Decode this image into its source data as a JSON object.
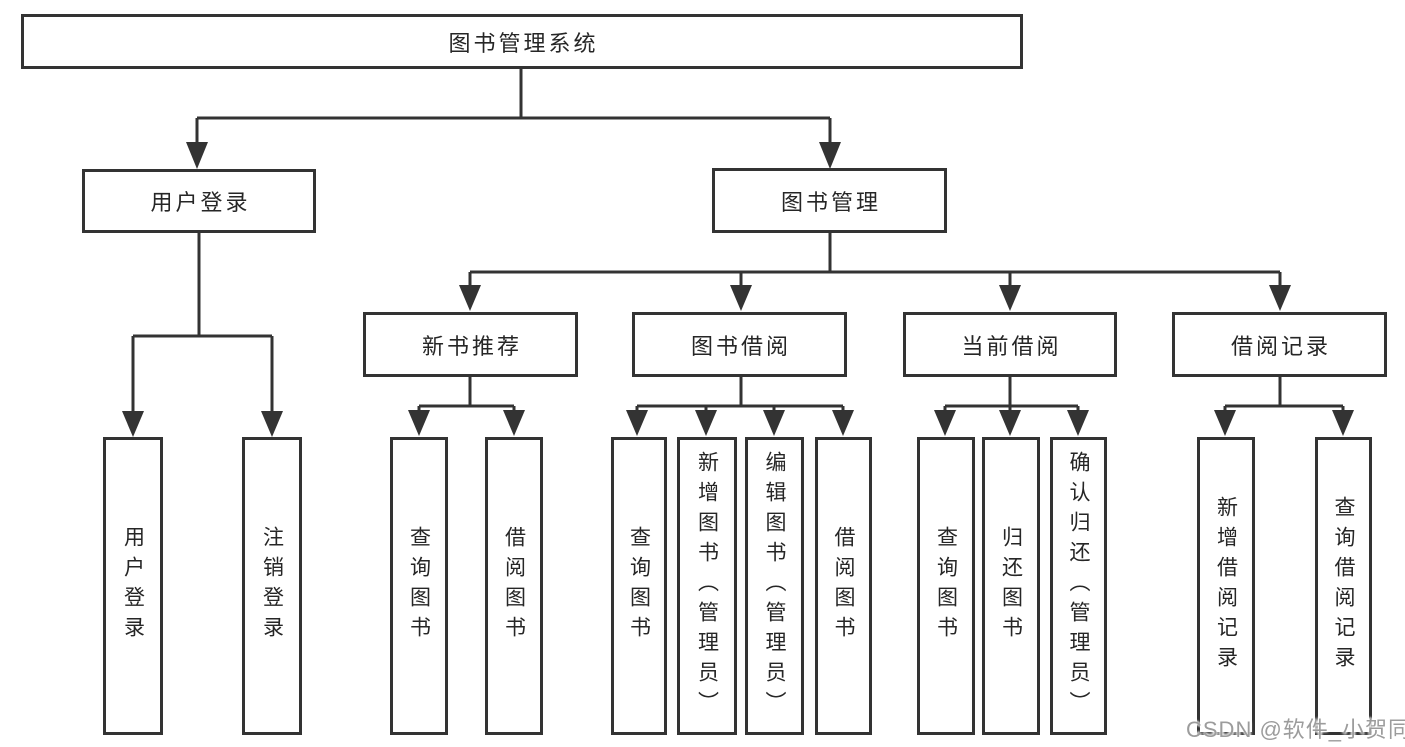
{
  "diagram": {
    "root": "图书管理系统",
    "branches": [
      {
        "label": "用户登录",
        "children": [
          "用户登录",
          "注销登录"
        ]
      },
      {
        "label": "图书管理",
        "groups": [
          {
            "label": "新书推荐",
            "children": [
              "查询图书",
              "借阅图书"
            ]
          },
          {
            "label": "图书借阅",
            "children": [
              "查询图书",
              "新增图书（管理员）",
              "编辑图书（管理员）",
              "借阅图书"
            ]
          },
          {
            "label": "当前借阅",
            "children": [
              "查询图书",
              "归还图书",
              "确认归还（管理员）"
            ]
          },
          {
            "label": "借阅记录",
            "children": [
              "新增借阅记录",
              "查询借阅记录"
            ]
          }
        ]
      }
    ]
  },
  "watermark": {
    "text": "CSDN @软件_小贺同学",
    "color": "#9c9c9c"
  },
  "colors": {
    "line": "#333333",
    "text": "#262626",
    "background": "#ffffff"
  }
}
